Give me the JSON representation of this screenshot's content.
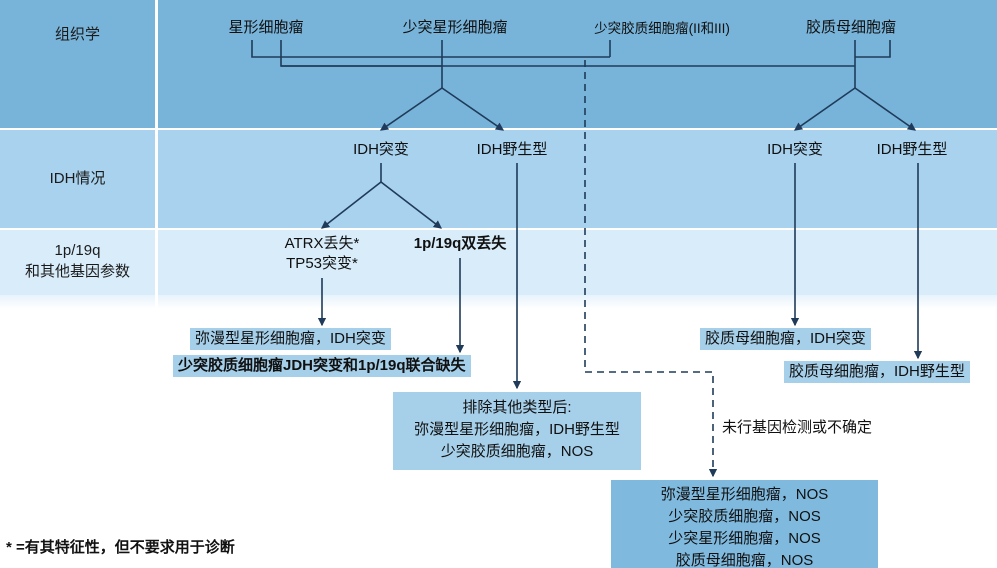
{
  "rows": [
    {
      "id": "histology",
      "label": "组织学"
    },
    {
      "id": "idh",
      "label": "IDH情况"
    },
    {
      "id": "genes",
      "label": "1p/19q\n和其他基因参数",
      "line1": "1p/19q",
      "line2": "和其他基因参数"
    }
  ],
  "histology": {
    "items": [
      {
        "label": "星形细胞瘤"
      },
      {
        "label": "少突星形细胞瘤"
      },
      {
        "label": "少突胶质细胞瘤(II和III)"
      },
      {
        "label": "胶质母细胞瘤"
      }
    ]
  },
  "idh_status": {
    "items": [
      {
        "label": "IDH突变"
      },
      {
        "label": "IDH野生型"
      },
      {
        "label": "IDH突变"
      },
      {
        "label": "IDH野生型"
      }
    ]
  },
  "genetic_params": {
    "left_line1": "ATRX丢失*",
    "left_line2": "TP53突变*",
    "right": "1p/19q双丢失"
  },
  "diagnoses": {
    "astro_idh_mutant": "弥漫型星形细胞瘤，IDH突变",
    "oligo_idh_1p19q": "少突胶质细胞瘤JDH突变和1p/19q联合缺失",
    "gbm_idh_mutant": "胶质母细胞瘤，IDH突变",
    "gbm_idh_wildtype": "胶质母细胞瘤，IDH野生型"
  },
  "center_box": {
    "line1": "排除其他类型后:",
    "line2": "弥漫型星形细胞瘤，IDH野生型",
    "line3": "少突胶质细胞瘤，NOS"
  },
  "nos_box": {
    "line1": "弥漫型星形细胞瘤，NOS",
    "line2": "少突胶质细胞瘤，NOS",
    "line3": "少突星形细胞瘤，NOS",
    "line4": "胶质母细胞瘤，NOS"
  },
  "dashed_path": {
    "label": "未行基因检测或不确定"
  },
  "footnote": {
    "text": "* =有其特征性，但不要求用于诊断"
  },
  "colors": {
    "band_histology": "#78b4da",
    "band_idh": "#a8d2ee",
    "band_genes": "#d8ecfa",
    "box_light": "#a6cfe9",
    "box_strong": "#7fb9de",
    "wire": "#1f3b59"
  }
}
